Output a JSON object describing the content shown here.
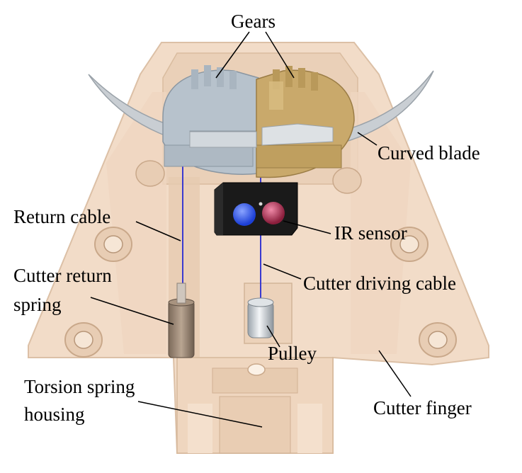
{
  "labels": {
    "gears": "Gears",
    "curved_blade": "Curved blade",
    "return_cable": "Return cable",
    "ir_sensor": "IR sensor",
    "cutter_return_spring_line1": "Cutter return",
    "cutter_return_spring_line2": "spring",
    "cutter_driving_cable": "Cutter driving cable",
    "pulley": "Pulley",
    "torsion_spring_housing_line1": "Torsion spring",
    "torsion_spring_housing_line2": "housing",
    "cutter_finger": "Cutter finger"
  },
  "colors": {
    "housing": "#f2dcc8",
    "housing_shade": "#e3c6ac",
    "blade": "#c9ced3",
    "gear_left": "#b7c2cc",
    "gear_right": "#c9a96b",
    "cable": "#3a3ad0",
    "sensor_body": "#1a1a1a",
    "ir_led_left": "#1c3fd6",
    "ir_led_right": "#b3264f"
  }
}
